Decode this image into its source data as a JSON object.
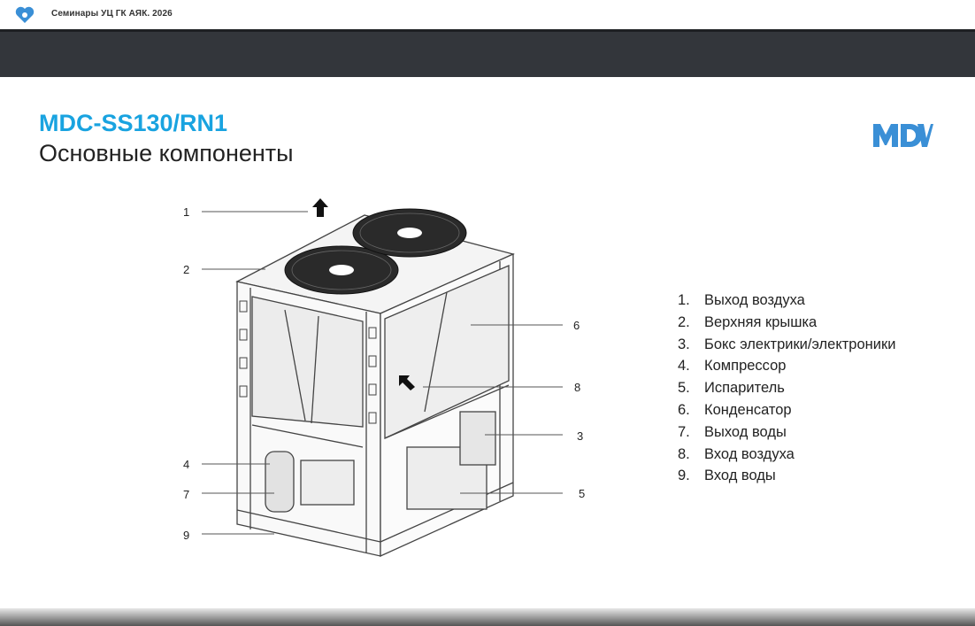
{
  "window": {
    "title": "Семинары УЦ ГК АЯК. 2026"
  },
  "slide": {
    "model": "MDC-SS130/RN1",
    "subtitle": "Основные компоненты",
    "brand_logo": "MDV",
    "callouts": [
      "1",
      "2",
      "3",
      "4",
      "5",
      "6",
      "7",
      "8",
      "9"
    ],
    "components": [
      {
        "num": "1.",
        "label": "Выход воздуха"
      },
      {
        "num": "2.",
        "label": "Верхняя крышка"
      },
      {
        "num": "3.",
        "label": "Бокс электрики/электроники"
      },
      {
        "num": "4.",
        "label": "Компрессор"
      },
      {
        "num": "5.",
        "label": "Испаритель"
      },
      {
        "num": "6.",
        "label": "Конденсатор"
      },
      {
        "num": "7.",
        "label": "Выход воды"
      },
      {
        "num": "8.",
        "label": "Вход воздуха"
      },
      {
        "num": "9.",
        "label": "Вход воды"
      }
    ]
  },
  "colors": {
    "accent": "#19a3e0",
    "header_dark": "#33363b",
    "logo_blue": "#3a8fd6"
  }
}
